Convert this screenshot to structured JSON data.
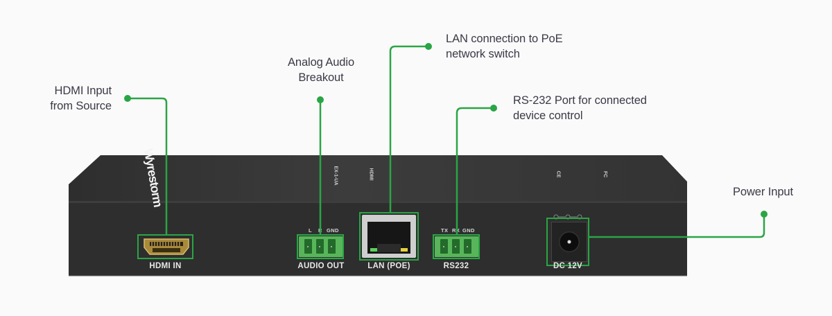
{
  "diagram": {
    "subject": "HDMI extender transmitter rear panel",
    "accent_color": "#2aa545",
    "callouts": [
      {
        "id": "hdmi",
        "lines": [
          "HDMI Input",
          "from Source"
        ]
      },
      {
        "id": "audio",
        "lines": [
          "Analog Audio",
          "Breakout"
        ]
      },
      {
        "id": "lan",
        "lines": [
          "LAN connection to PoE",
          "network switch"
        ]
      },
      {
        "id": "rs232",
        "lines": [
          "RS-232 Port for connected",
          "device control"
        ]
      },
      {
        "id": "power",
        "lines": [
          "Power Input"
        ]
      }
    ],
    "ports": {
      "hdmi_label": "HDMI IN",
      "audio_label": "AUDIO OUT",
      "audio_pins": [
        "L",
        "R",
        "GND"
      ],
      "lan_label": "LAN (POE)",
      "rs232_label": "RS232",
      "rs232_pins": [
        "TX",
        "RX",
        "GND"
      ],
      "dc_label": "DC 12V"
    },
    "device_markings": {
      "logo": "Wyrestorm",
      "top_marks": [
        "EX-1-UA",
        "HDMI",
        "CE",
        "FC"
      ]
    }
  }
}
